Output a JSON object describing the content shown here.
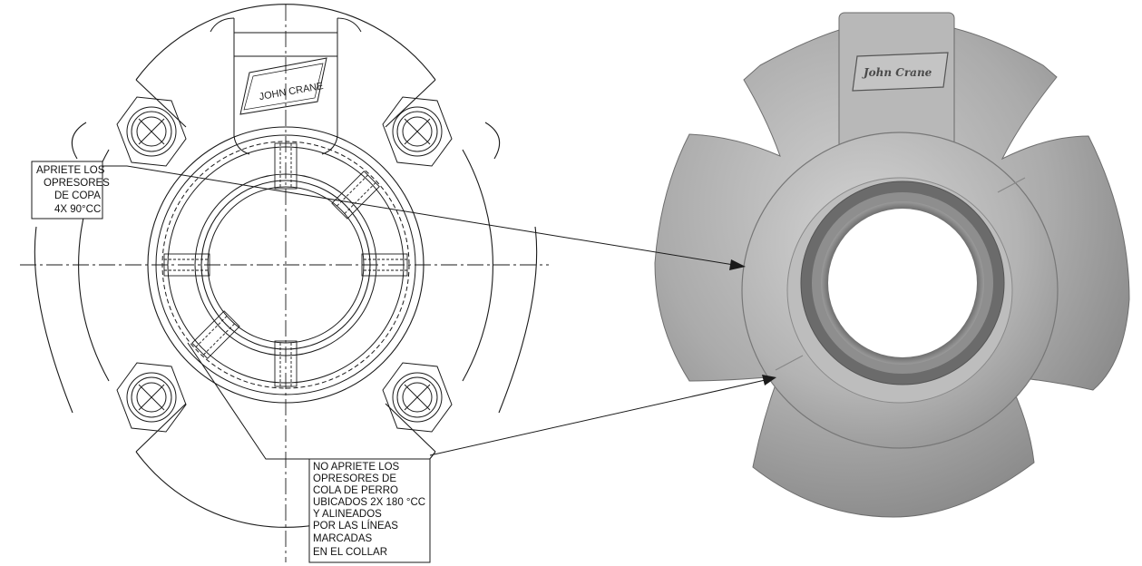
{
  "drawing": {
    "logo_text": "JOHN CRANE"
  },
  "photo": {
    "logo_text": "John Crane"
  },
  "callouts": {
    "tighten": {
      "lines": [
        "APRIETE LOS",
        "OPRESORES",
        "DE COPA",
        "4X 90°CC"
      ]
    },
    "do_not_tighten": {
      "lines": [
        "NO APRIETE LOS",
        "OPRESORES DE",
        "COLA DE PERRO",
        "UBICADOS 2X 180 °CC",
        "Y ALINEADOS",
        "POR LAS LÍNEAS",
        "MARCADAS",
        "EN EL COLLAR"
      ]
    }
  },
  "colors": {
    "line": "#1a1a1a",
    "metal": "#a9a9a9"
  }
}
